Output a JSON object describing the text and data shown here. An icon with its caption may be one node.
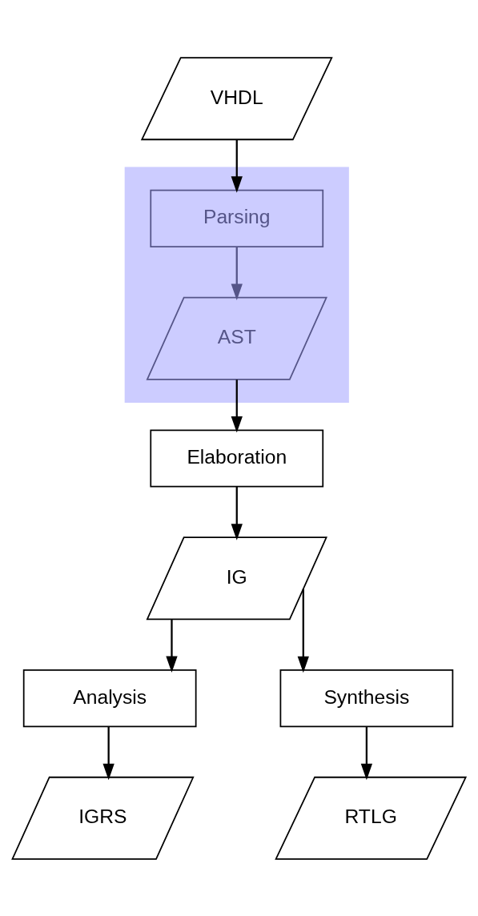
{
  "diagram": {
    "nodes": [
      {
        "text": [
          "VHDL"
        ]
      },
      {
        "text": [],
        "shape": "box"
      },
      {
        "text": [
          "Parsing"
        ],
        "in": 1
      },
      {
        "text": [
          "AST"
        ],
        "in": 1
      },
      {
        "text": [
          "Elaboration"
        ]
      },
      {
        "text": [
          "IG"
        ]
      },
      {
        "text": [
          "Analysis"
        ]
      },
      {
        "text": [
          "Synthesis"
        ]
      },
      {
        "text": [
          "IGRS"
        ]
      },
      {
        "text": [
          "RTLG"
        ]
      }
    ],
    "edges": [
      {
        "from": 0,
        "to": 2,
        "arrow": "to"
      },
      {
        "from": 2,
        "to": 3,
        "arrow": "to",
        "color": "#555588"
      },
      {
        "from": 3,
        "to": 4,
        "arrow": "to"
      },
      {
        "from": 4,
        "to": 5,
        "arrow": "to"
      },
      {
        "from": 5,
        "to": 6,
        "arrow": "to"
      },
      {
        "from": 5,
        "to": 7,
        "arrow": "to"
      },
      {
        "from": 6,
        "to": 8,
        "arrow": "to"
      },
      {
        "from": 7,
        "to": 9,
        "arrow": "to"
      }
    ]
  }
}
